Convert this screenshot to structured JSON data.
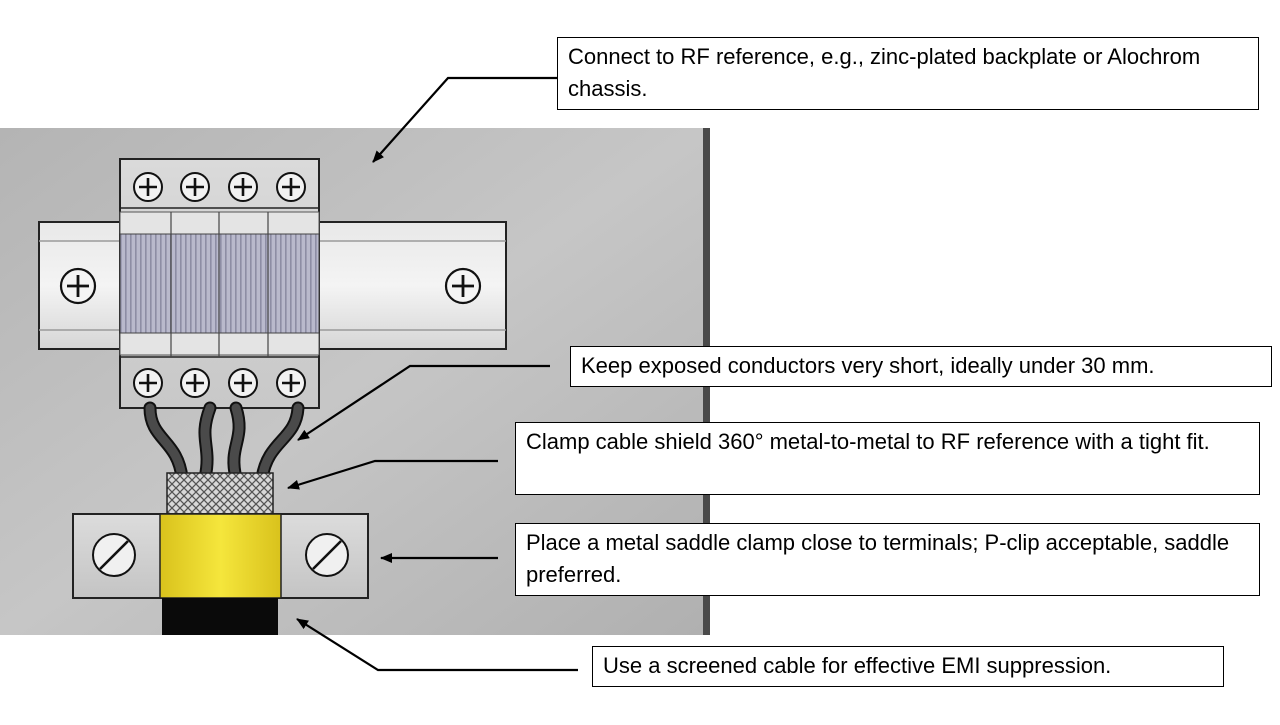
{
  "callouts": {
    "rf_reference": "Connect to RF reference, e.g., zinc-plated backplate or Alochrom chassis.",
    "conductors": "Keep exposed conductors very short, ideally under 30 mm.",
    "shield": "Clamp cable shield 360° metal-to-metal to RF reference with a tight fit.",
    "saddle": "Place a metal saddle clamp close to terminals; P-clip acceptable, saddle preferred.",
    "screened": "Use a screened cable for effective EMI suppression."
  },
  "colors": {
    "backplate": "#bdbdbd",
    "backplate_edge": "#4a4a4a",
    "terminal_body": "#d4d4d4",
    "terminal_ribs": "#b3b3c8",
    "cable_jacket_yellow": "#f0dc30",
    "cable_jacket_black": "#0a0a0a",
    "wire": "#3a3a3a",
    "outline": "#222222"
  },
  "icons": {
    "terminal_screw": "plus-screw-icon",
    "rail_screw": "plus-screw-icon",
    "clamp_screw": "slotted-screw-icon"
  }
}
